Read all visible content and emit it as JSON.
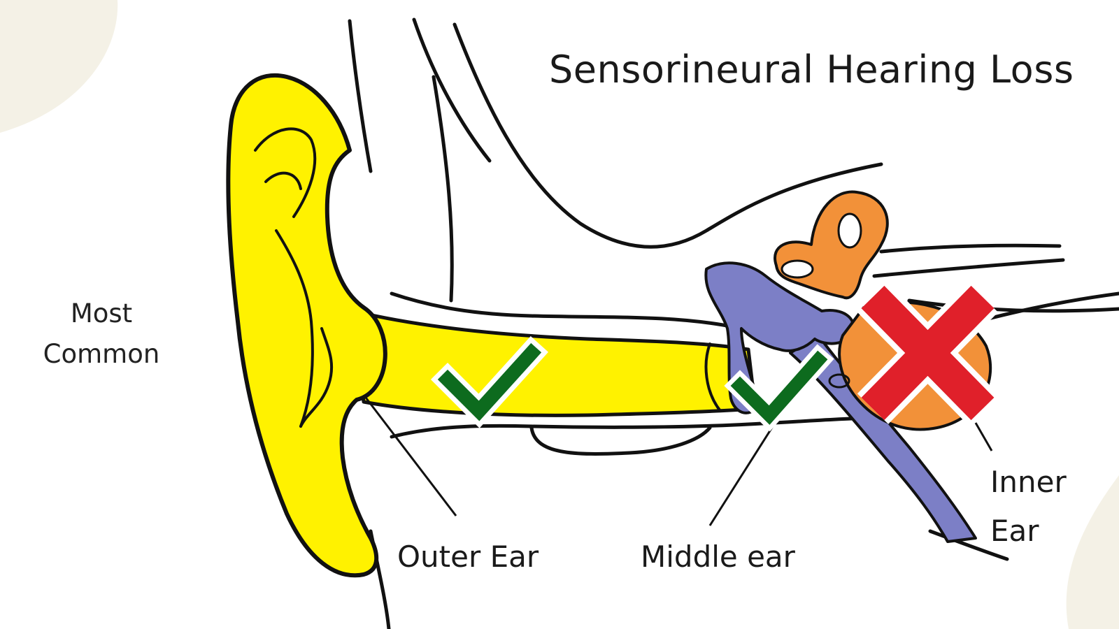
{
  "title": "Sensorineural Hearing Loss",
  "side_note": {
    "line1": "Most",
    "line2": "Common"
  },
  "labels": {
    "outer": "Outer Ear",
    "middle": "Middle ear",
    "inner_line1": "Inner",
    "inner_line2": "Ear"
  },
  "status": {
    "outer": "check-icon",
    "middle": "check-icon",
    "inner": "cross-icon"
  },
  "colors": {
    "outer_ear": "#fff200",
    "middle_ear": "#7c7fc6",
    "inner_ear": "#f29139",
    "check": "#0d6b1e",
    "cross": "#e0202a",
    "background_blob": "#f4f1e6"
  }
}
